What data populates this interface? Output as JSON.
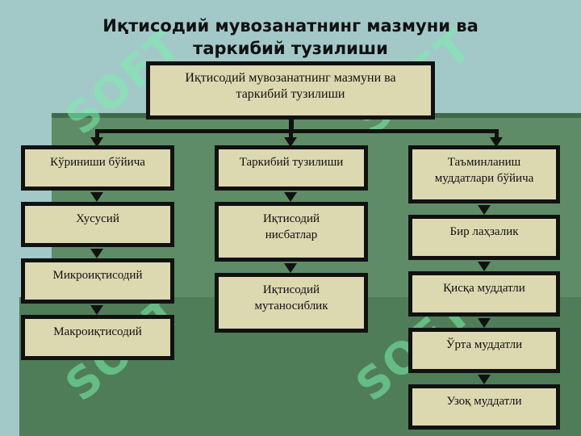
{
  "title": {
    "line1": "Иқтисодий мувозанатнинг мазмуни ва",
    "line2": "таркибий тузилиши"
  },
  "root": {
    "line1": "Иқтисодий мувозанатнинг мазмуни ва",
    "line2": "таркибий тузилиши"
  },
  "branches": [
    {
      "label": "Кўриниши бўйича",
      "children": [
        "Хусусий",
        "Микроиқтисодий",
        "Макроиқтисодий"
      ]
    },
    {
      "label": "Таркибий тузилиши",
      "children": [
        {
          "line1": "Иқтисодий",
          "line2": "нисбатлар"
        },
        {
          "line1": "Иқтисодий",
          "line2": "мутаносиблик"
        }
      ]
    },
    {
      "label": {
        "line1": "Таъминланиш",
        "line2": "муддатлари бўйича"
      },
      "children": [
        "Бир лаҳзалик",
        "Қисқа муддатли",
        "Ўрта муддатли",
        "Узоқ муддатли"
      ]
    }
  ],
  "watermark_text": "SOFT",
  "colors": {
    "box_fill": "#dcd8b0",
    "border": "#111111",
    "background_top": "#a3c8c8",
    "background_green": "#5e8c66"
  }
}
